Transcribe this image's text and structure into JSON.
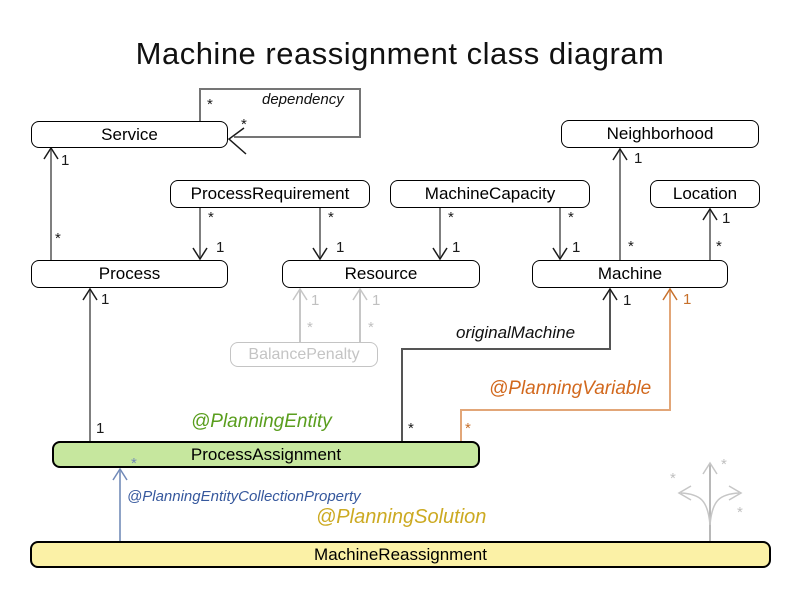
{
  "title": "Machine reassignment class diagram",
  "classes": {
    "service": "Service",
    "neighborhood": "Neighborhood",
    "process_requirement": "ProcessRequirement",
    "machine_capacity": "MachineCapacity",
    "location": "Location",
    "process": "Process",
    "resource": "Resource",
    "machine": "Machine",
    "balance_penalty": "BalancePenalty",
    "process_assignment": "ProcessAssignment",
    "machine_reassignment": "MachineReassignment"
  },
  "association_labels": {
    "dependency": "dependency",
    "original_machine": "originalMachine"
  },
  "annotations": {
    "planning_entity": "@PlanningEntity",
    "planning_variable": "@PlanningVariable",
    "planning_entity_collection_property": "@PlanningEntityCollectionProperty",
    "planning_solution": "@PlanningSolution"
  },
  "multiplicities": {
    "dependency_source": "*",
    "dependency_target": "*",
    "process_service_service_end": "1",
    "process_service_process_end": "*",
    "procreq_process_source": "*",
    "procreq_process_target": "1",
    "procreq_resource_source": "*",
    "procreq_resource_target": "1",
    "maccap_resource_source": "*",
    "maccap_resource_target": "1",
    "maccap_machine_source": "*",
    "maccap_machine_target": "1",
    "machine_neighborhood_target": "1",
    "machine_neighborhood_source": "*",
    "machine_location_target": "1",
    "machine_location_source": "*",
    "pa_process_target": "1",
    "pa_process_source": "1",
    "original_machine_source": "*",
    "original_machine_target": "1",
    "planning_variable_source": "*",
    "planning_variable_target": "1",
    "mr_pa_source": "*",
    "bp_resource_left_target": "1",
    "bp_resource_left_source": "*",
    "bp_resource_right_target": "1",
    "bp_resource_right_source": "*",
    "mr_faded_up": "*",
    "mr_faded_left": "*",
    "mr_faded_right": "*"
  },
  "colors": {
    "planning_entity_fill": "#c6e79e",
    "planning_solution_fill": "#fbf1a6",
    "planning_entity_text": "#5a9e1e",
    "planning_variable_text": "#d2691e",
    "planning_collection_text": "#36589d",
    "planning_solution_text": "#ccaa22",
    "association_line": "#7f7f7f",
    "faded_gray": "#c4c4c4"
  }
}
